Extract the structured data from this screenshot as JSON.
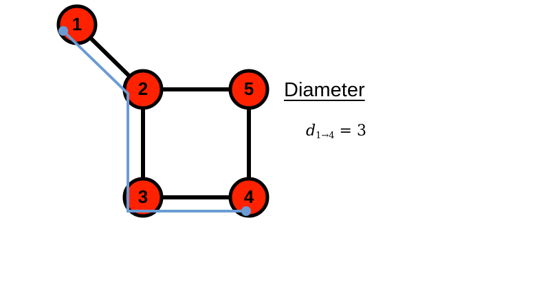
{
  "title": "Diameter",
  "formula": {
    "variable": "d",
    "subscript": "1→4",
    "relation": "= 3"
  },
  "graph": {
    "nodes": [
      {
        "id": "1",
        "label": "1"
      },
      {
        "id": "2",
        "label": "2"
      },
      {
        "id": "5",
        "label": "5"
      },
      {
        "id": "3",
        "label": "3"
      },
      {
        "id": "4",
        "label": "4"
      }
    ],
    "edges": [
      [
        "1",
        "2"
      ],
      [
        "2",
        "5"
      ],
      [
        "2",
        "3"
      ],
      [
        "5",
        "4"
      ],
      [
        "3",
        "4"
      ]
    ],
    "path": [
      "1",
      "2",
      "3",
      "4"
    ]
  },
  "colors": {
    "node_fill": "#ff2200",
    "node_stroke": "#000000",
    "edge": "#000000",
    "path": "#6b9bd2"
  }
}
